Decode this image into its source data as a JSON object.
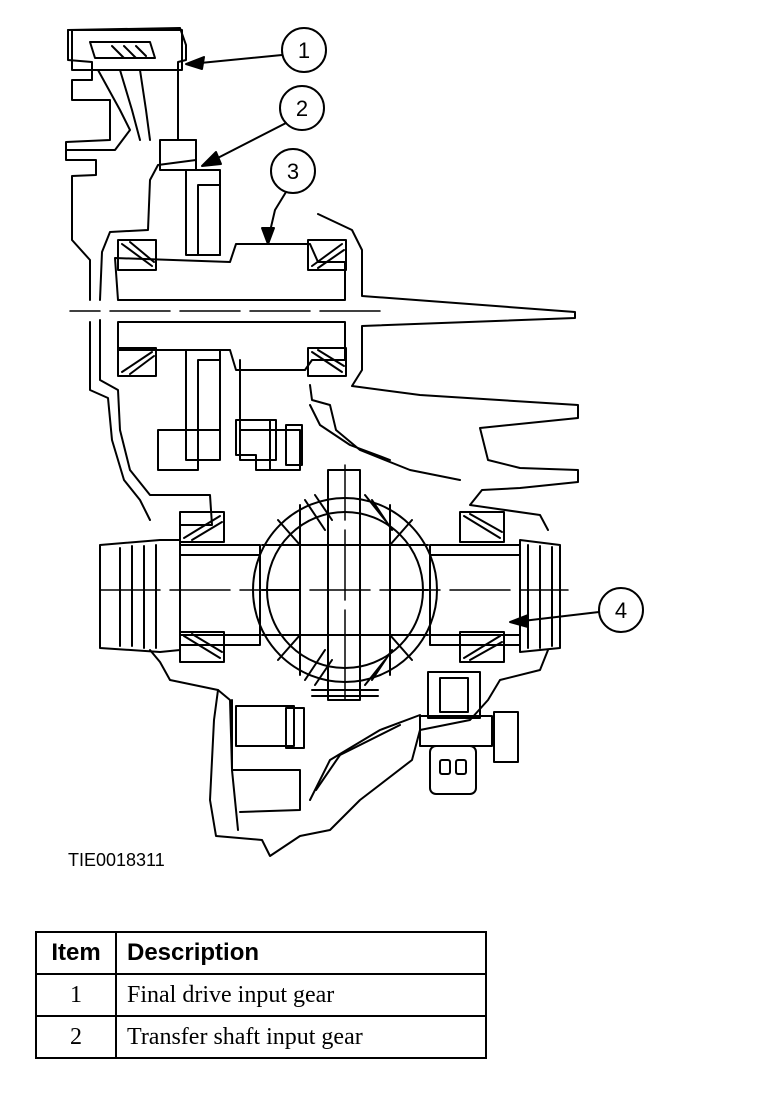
{
  "figure_id": "TIE0018311",
  "callouts": [
    "1",
    "2",
    "3",
    "4"
  ],
  "legend": {
    "headers": [
      "Item",
      "Description"
    ],
    "rows": [
      {
        "item": "1",
        "description": "Final drive input gear"
      },
      {
        "item": "2",
        "description": "Transfer shaft input gear"
      }
    ]
  },
  "colors": {
    "line": "#000000",
    "background": "#ffffff"
  }
}
